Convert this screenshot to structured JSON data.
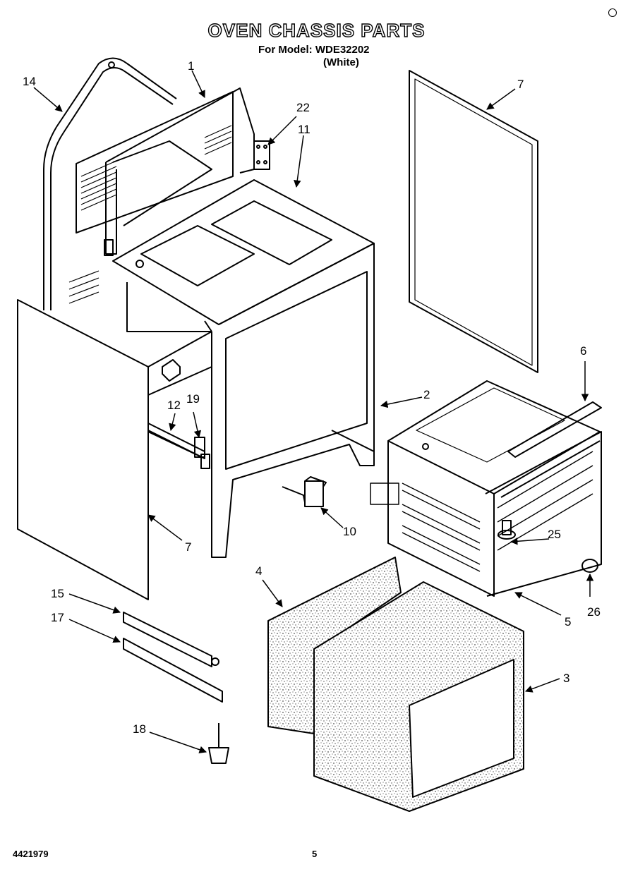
{
  "page": {
    "title": "OVEN CHASSIS PARTS",
    "model_line": "For Model: WDE32202",
    "color_line": "(White)",
    "doc_number": "4421979",
    "page_number": "5"
  },
  "callouts": [
    {
      "id": "c1",
      "label": "1"
    },
    {
      "id": "c2",
      "label": "2"
    },
    {
      "id": "c3",
      "label": "3"
    },
    {
      "id": "c4",
      "label": "4"
    },
    {
      "id": "c5",
      "label": "5"
    },
    {
      "id": "c6",
      "label": "6"
    },
    {
      "id": "c7a",
      "label": "7"
    },
    {
      "id": "c7b",
      "label": "7"
    },
    {
      "id": "c10",
      "label": "10"
    },
    {
      "id": "c11",
      "label": "11"
    },
    {
      "id": "c12",
      "label": "12"
    },
    {
      "id": "c14",
      "label": "14"
    },
    {
      "id": "c15",
      "label": "15"
    },
    {
      "id": "c17",
      "label": "17"
    },
    {
      "id": "c18",
      "label": "18"
    },
    {
      "id": "c19",
      "label": "19"
    },
    {
      "id": "c22",
      "label": "22"
    },
    {
      "id": "c25",
      "label": "25"
    },
    {
      "id": "c26",
      "label": "26"
    }
  ]
}
